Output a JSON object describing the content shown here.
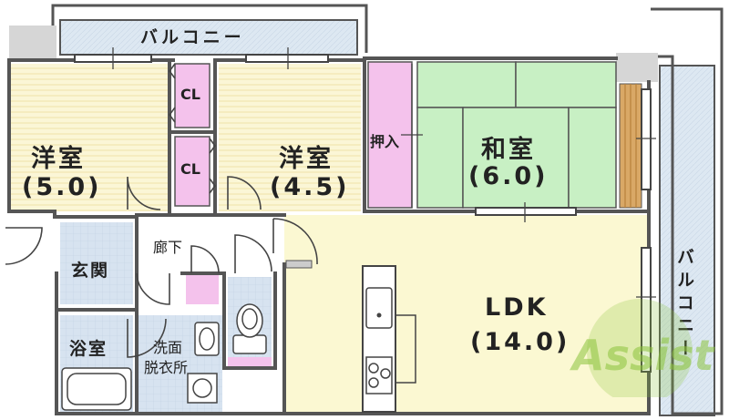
{
  "balcony_top": "バルコニー",
  "balcony_right": "バルコニー",
  "rooms": {
    "western1": {
      "name": "洋室",
      "size": "(5.0)"
    },
    "western2": {
      "name": "洋室",
      "size": "(4.5)"
    },
    "japanese": {
      "name": "和室",
      "size": "(6.0)"
    },
    "ldk": {
      "name": "LDK",
      "size": "(14.0)"
    },
    "entrance": "玄関",
    "hallway": "廊下",
    "bath": "浴室",
    "washroom_line1": "洗面",
    "washroom_line2": "脱衣所",
    "closet_upper": "CL",
    "closet_lower": "CL",
    "oshiire": "押入"
  },
  "watermark": "Assist",
  "colors": {
    "balcony": "#dde8f2",
    "western_floor": "#fbf6d6",
    "closet": "#f4c2ec",
    "tatami": "#c8f0c4",
    "tatami_edge": "#d9a866",
    "ldk_floor": "#fbf8d2",
    "wet_area": "#d7e3f0",
    "wall": "#555555",
    "watermark": "#8cc43c"
  }
}
